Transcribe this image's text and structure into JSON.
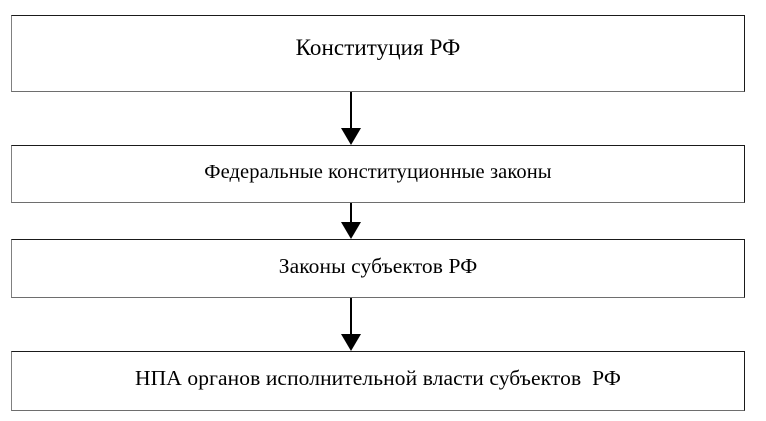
{
  "diagram": {
    "type": "flowchart",
    "orientation": "vertical-top-down",
    "title": "",
    "background_color": "#ffffff",
    "border_color": "#000000",
    "text_color": "#000000",
    "nodes": [
      {
        "id": "node-1",
        "level": 1,
        "label": "Конституция РФ",
        "shape": "rectangle"
      },
      {
        "id": "node-2",
        "level": 2,
        "label": "Федеральные конституционные законы",
        "shape": "rectangle"
      },
      {
        "id": "node-3",
        "level": 3,
        "label": "Законы субъектов РФ",
        "shape": "rectangle"
      },
      {
        "id": "node-4",
        "level": 4,
        "label": "НПА органов исполнительной власти субъектов  РФ",
        "shape": "rectangle"
      }
    ],
    "edges": [
      {
        "id": "arrow-1",
        "from": "node-1",
        "to": "node-2",
        "style": "solid",
        "arrowhead": "filled-triangle"
      },
      {
        "id": "arrow-2",
        "from": "node-2",
        "to": "node-3",
        "style": "solid",
        "arrowhead": "filled-triangle"
      },
      {
        "id": "arrow-3",
        "from": "node-3",
        "to": "node-4",
        "style": "solid",
        "arrowhead": "filled-triangle"
      }
    ]
  }
}
